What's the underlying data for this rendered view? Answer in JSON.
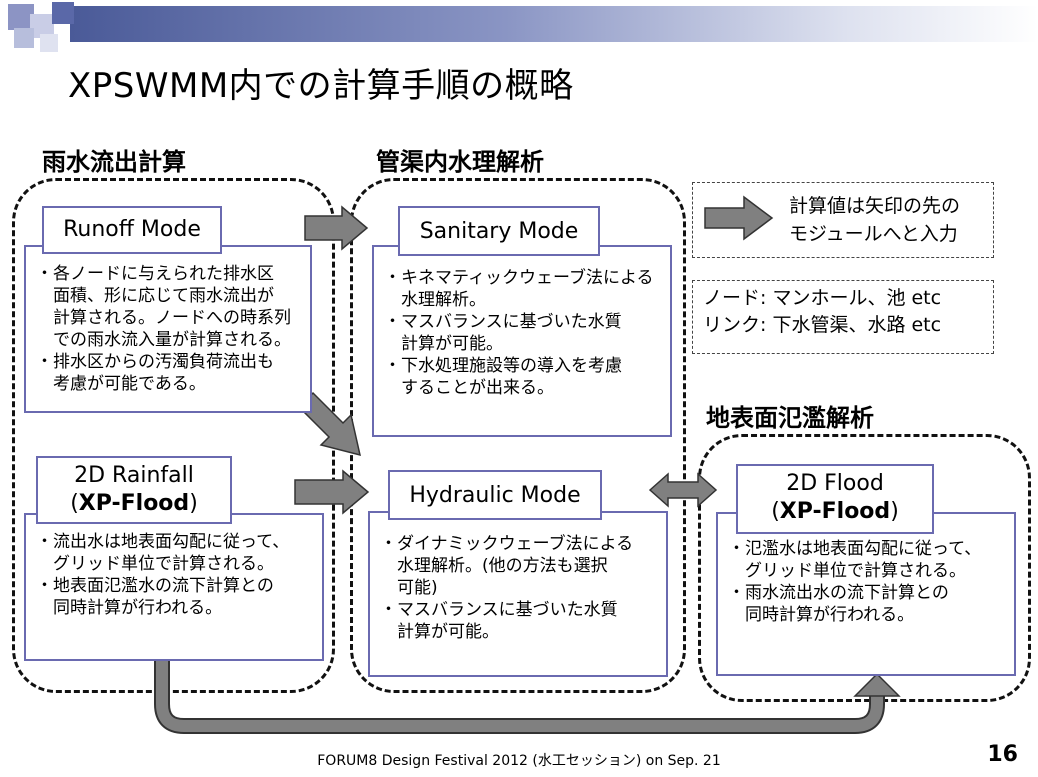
{
  "slide": {
    "title": "XPSWMM内での計算手順の概略",
    "page_number": "16",
    "footer": "FORUM8 Design Festival 2012 (水工セッション) on Sep. 21"
  },
  "sections": {
    "rainfall_runoff": "雨水流出計算",
    "pipe_hydraulics": "管渠内水理解析",
    "surface_flooding": "地表面氾濫解析"
  },
  "modes": {
    "runoff": {
      "label": "Runoff Mode",
      "lines": [
        "・各ノードに与えられた排水区",
        "　面積、形に応じて雨水流出が",
        "　計算される。ノードへの時系列",
        "　での雨水流入量が計算される。",
        "・排水区からの汚濁負荷流出も",
        "　考慮が可能である。"
      ]
    },
    "rainfall2d": {
      "label_line1": "2D Rainfall",
      "label_open": "(",
      "label_bold": "XP-Flood",
      "label_close": ")",
      "lines": [
        "・流出水は地表面勾配に従って、",
        "　グリッド単位で計算される。",
        "・地表面氾濫水の流下計算との",
        "　同時計算が行われる。"
      ]
    },
    "sanitary": {
      "label": "Sanitary Mode",
      "lines": [
        "・キネマティックウェーブ法による",
        "　水理解析。",
        "・マスバランスに基づいた水質",
        "　計算が可能。",
        "・下水処理施設等の導入を考慮",
        "　することが出来る。"
      ]
    },
    "hydraulic": {
      "label": "Hydraulic Mode",
      "lines": [
        "・ダイナミックウェーブ法による",
        "　水理解析。(他の方法も選択",
        "　可能)",
        "・マスバランスに基づいた水質",
        "　計算が可能。"
      ]
    },
    "flood2d": {
      "label_line1": "2D Flood",
      "label_open": "(",
      "label_bold": "XP-Flood",
      "label_close": ")",
      "lines": [
        "・氾濫水は地表面勾配に従って、",
        "　グリッド単位で計算される。",
        "・雨水流出水の流下計算との",
        "　同時計算が行われる。"
      ]
    }
  },
  "legend": {
    "arrow_note_line1": "計算値は矢印の先の",
    "arrow_note_line2": "モジュールへと入力",
    "node_note": "ノード: マンホール、池 etc",
    "link_note": "リンク: 下水管渠、水路 etc"
  },
  "colors": {
    "header_bar_dark": "#4a5a98",
    "box_border": "#6a6ab0",
    "arrow_fill": "#808080"
  }
}
